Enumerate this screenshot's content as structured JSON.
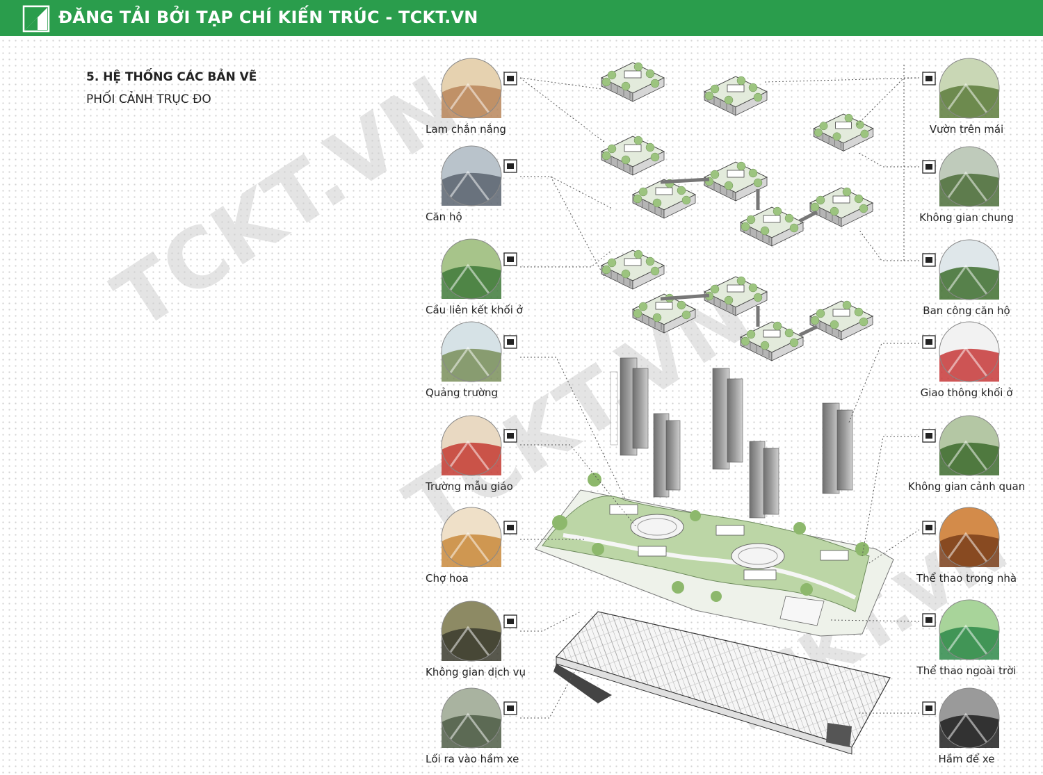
{
  "banner": {
    "text": "ĐĂNG TẢI BỞI TẠP CHÍ KIẾN TRÚC - TCKT.VN",
    "color": "#2a9d4c"
  },
  "section": {
    "title": "5. HỆ THỐNG CÁC BẢN VẼ",
    "subtitle": "PHỐI CẢNH TRỤC ĐO"
  },
  "watermark": "TCKT.VN",
  "left_items": [
    {
      "label": "Lam chắn nắng",
      "icon": "sun-shade-icon",
      "palette": [
        "#b8865a",
        "#e6d2b0"
      ]
    },
    {
      "label": "Căn hộ",
      "icon": "house-icon",
      "palette": [
        "#5b6470",
        "#b9c3cb"
      ]
    },
    {
      "label": "Cầu liên kết khối ở",
      "icon": "tree-icon",
      "palette": [
        "#3f7a3a",
        "#a7c48a"
      ]
    },
    {
      "label": "Quảng trường",
      "icon": "plaza-icon",
      "palette": [
        "#7a8f5a",
        "#d6e2e6"
      ]
    },
    {
      "label": "Trường mẫu giáo",
      "icon": "school-icon",
      "palette": [
        "#c43b32",
        "#e9d9c2"
      ]
    },
    {
      "label": "Chợ hoa",
      "icon": "market-icon",
      "palette": [
        "#c98a3c",
        "#efe0c8"
      ]
    },
    {
      "label": "Không gian dịch vụ",
      "icon": "service-icon",
      "palette": [
        "#3b3b2e",
        "#8d8a64"
      ]
    },
    {
      "label": "Lối ra vào hầm xe",
      "icon": "parking-icon",
      "palette": [
        "#4f5d46",
        "#a9b3a0"
      ]
    }
  ],
  "right_items": [
    {
      "label": "Vườn trên mái",
      "icon": "roof-garden-icon",
      "palette": [
        "#5d7d3c",
        "#c9d7b5"
      ]
    },
    {
      "label": "Không gian chung",
      "icon": "pavilion-icon",
      "palette": [
        "#4c6e3a",
        "#bfcbbb"
      ]
    },
    {
      "label": "Ban công căn hộ",
      "icon": "balcony-tree-icon",
      "palette": [
        "#3f6e2f",
        "#dfe7ea"
      ]
    },
    {
      "label": "Giao thông khối ở",
      "icon": "circulation-icon",
      "palette": [
        "#c73838",
        "#f2f2f2"
      ]
    },
    {
      "label": "Không gian cảnh quan",
      "icon": "fountain-icon",
      "palette": [
        "#3d6b2e",
        "#b4c7a4"
      ]
    },
    {
      "label": "Thể thao trong nhà",
      "icon": "swimming-icon",
      "palette": [
        "#7a3e1a",
        "#d38b4a"
      ]
    },
    {
      "label": "Thể thao ngoài trời",
      "icon": "running-icon",
      "palette": [
        "#2f8a4a",
        "#a8d49a"
      ]
    },
    {
      "label": "Hầm để xe",
      "icon": "car-icon",
      "palette": [
        "#202020",
        "#9a9a9a"
      ]
    }
  ],
  "colors": {
    "greenery": "#9cc47f",
    "ground": "#dce9d0",
    "tower": "#8a8a8a",
    "line": "#555555"
  }
}
